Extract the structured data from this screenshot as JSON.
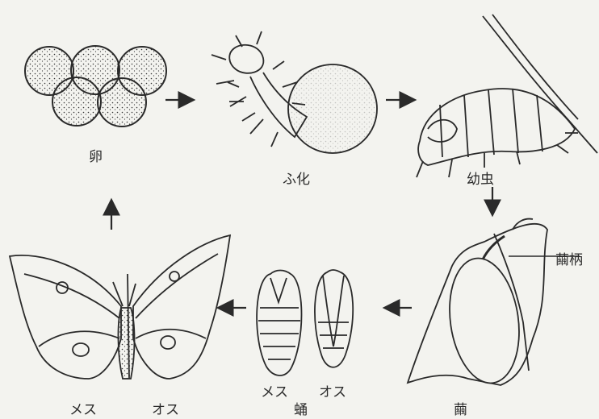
{
  "labels": {
    "egg": "卵",
    "hatching": "ふ化",
    "larva": "幼虫",
    "cocoon": "繭",
    "cocoon_stalk": "繭柄",
    "pupa": "蛹",
    "pupa_female": "メス",
    "pupa_male": "オス",
    "adult_female": "メス",
    "adult_male": "オス"
  },
  "cycle_order": [
    "卵",
    "ふ化",
    "幼虫",
    "繭",
    "蛹",
    "メス/オス"
  ],
  "colors": {
    "ink": "#2a2a2a",
    "paper": "#f3f3ef"
  }
}
